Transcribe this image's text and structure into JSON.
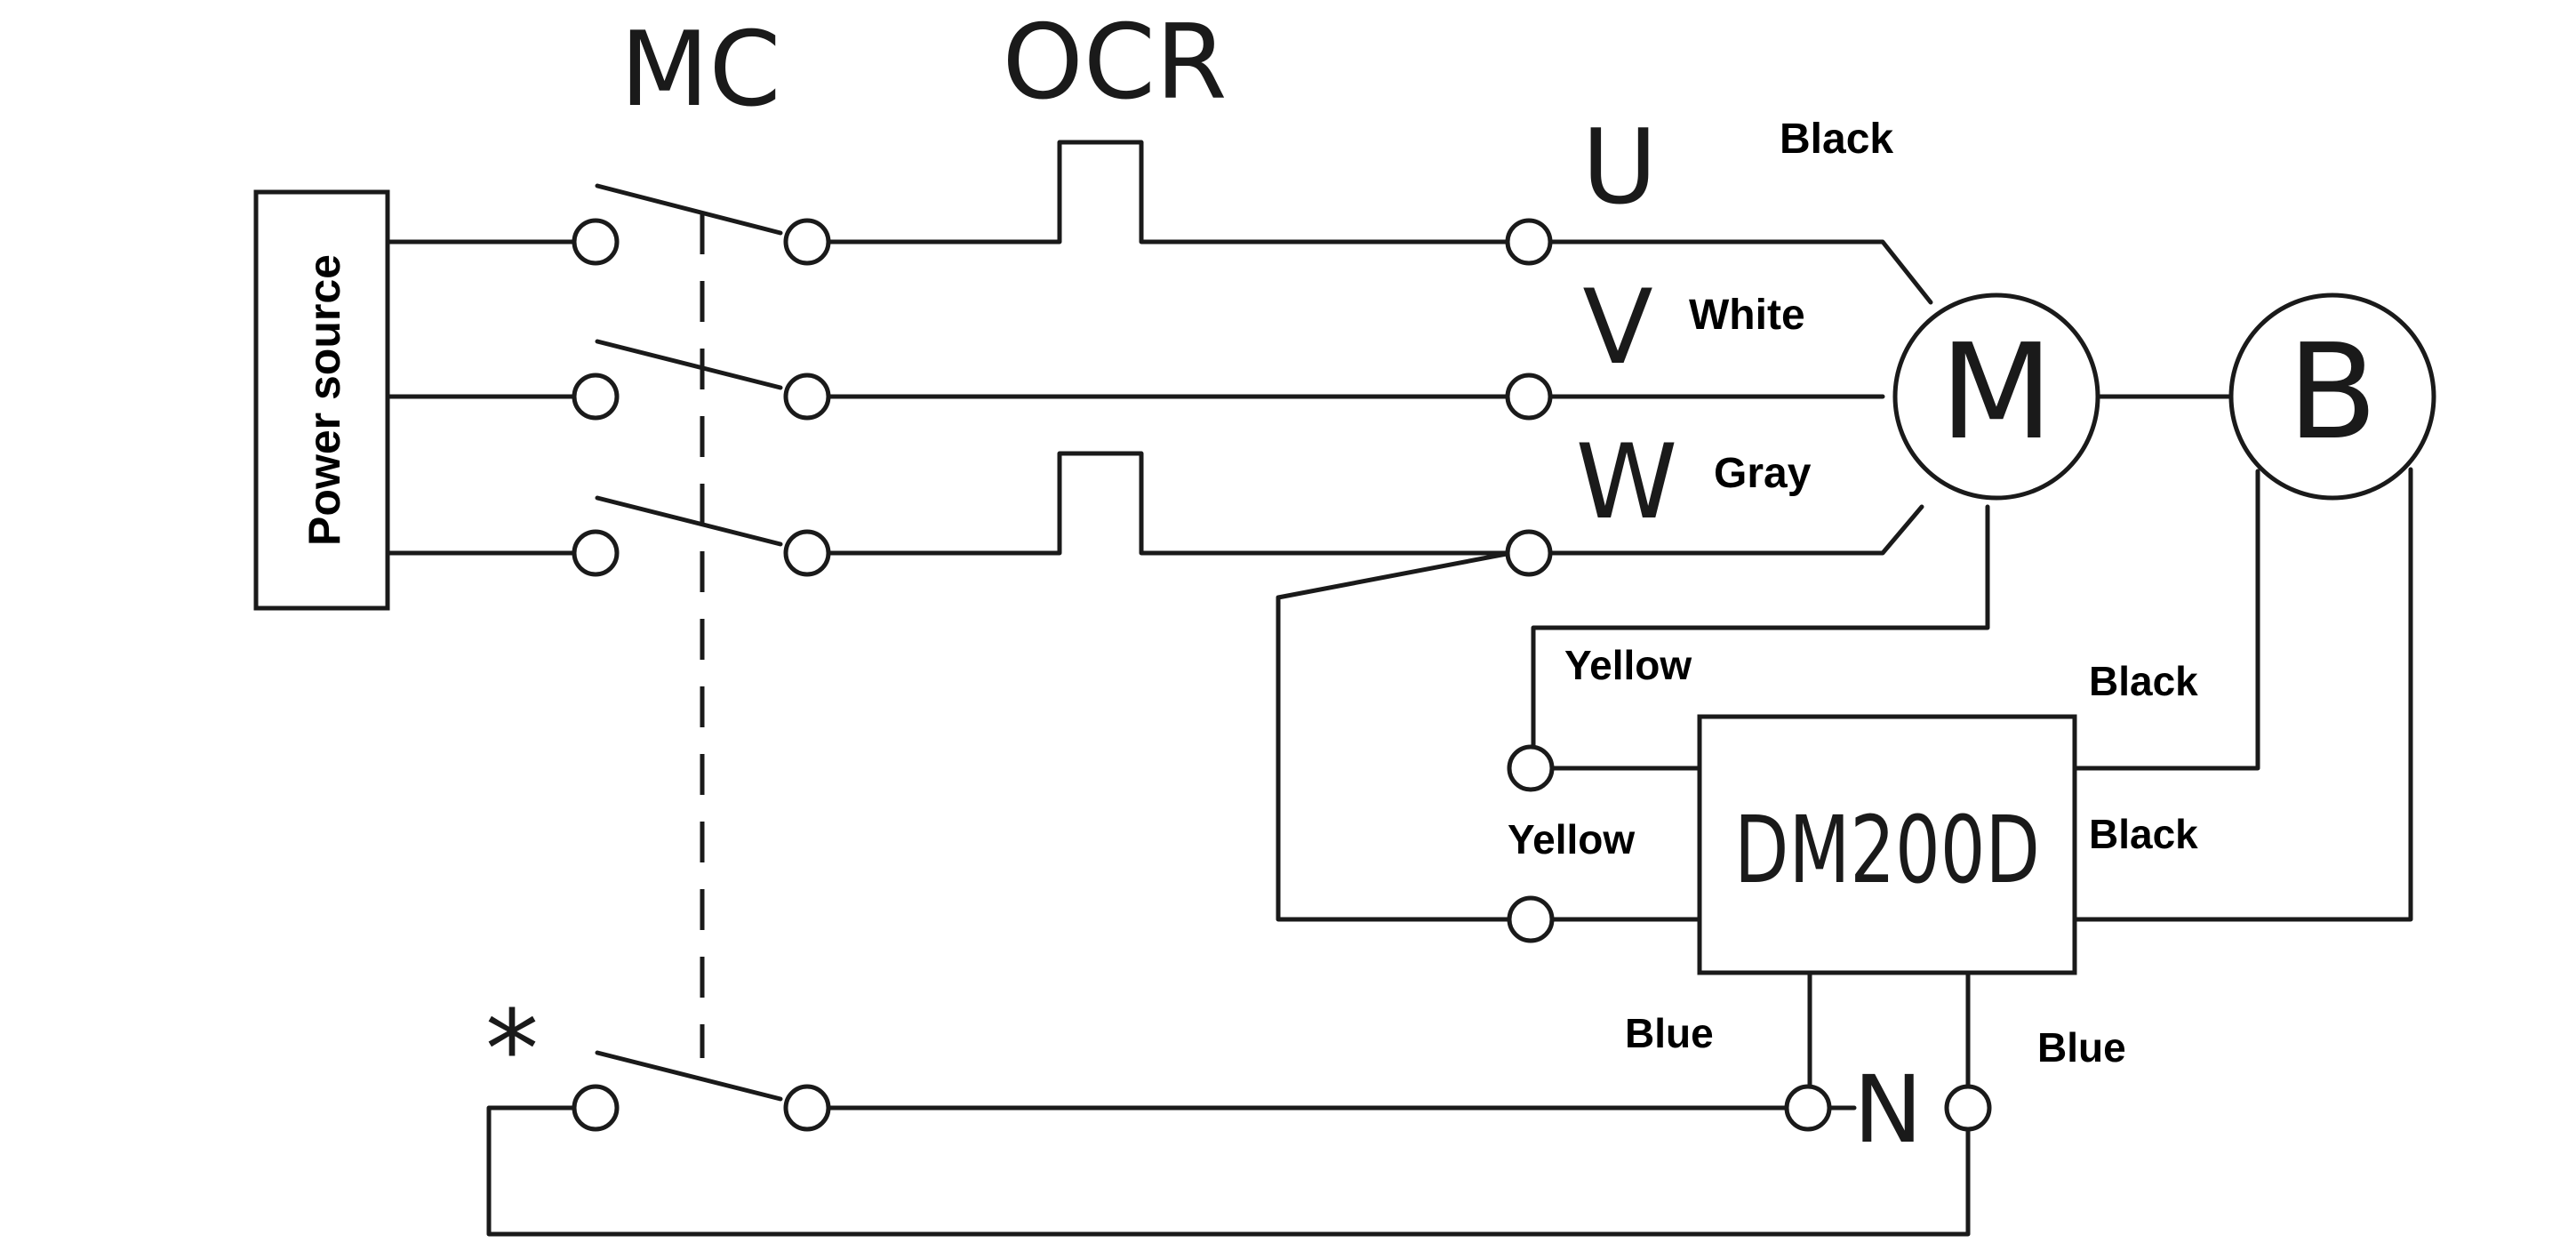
{
  "labels": {
    "power_source": "Power source",
    "mc": "MC",
    "ocr": "OCR",
    "phase_u": "U",
    "phase_v": "V",
    "phase_w": "W",
    "color_u": "Black",
    "color_v": "White",
    "color_w": "Gray",
    "motor": "M",
    "brake": "B",
    "device": "DM200D",
    "yellow_top": "Yellow",
    "yellow_bottom": "Yellow",
    "black_top": "Black",
    "black_bottom": "Black",
    "blue_left": "Blue",
    "blue_right": "Blue",
    "neutral": "N",
    "asterisk": "*"
  }
}
